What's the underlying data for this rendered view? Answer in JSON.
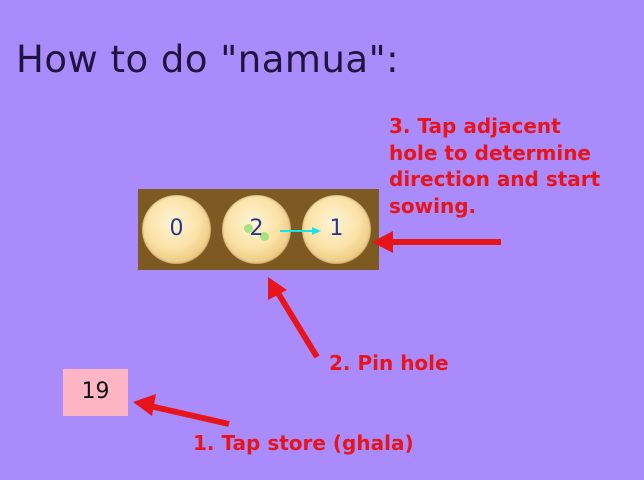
{
  "title": "How to do \"namua\":",
  "board": {
    "pits": [
      {
        "count": "0"
      },
      {
        "count": "2"
      },
      {
        "count": "1"
      }
    ]
  },
  "store": {
    "count": "19"
  },
  "instructions": {
    "step1": "1. Tap store (ghala)",
    "step2": "2. Pin hole",
    "step3_lines": [
      "3. Tap adjacent",
      "hole to determine",
      "direction and start",
      "sowing."
    ]
  },
  "colors": {
    "background": "#a98bfb",
    "board": "#7c5a22",
    "store": "#ffb6c4",
    "instruction_text": "#e8141c",
    "pointer_arrow": "#e8141c",
    "direction_arrow": "#19e3e8"
  }
}
